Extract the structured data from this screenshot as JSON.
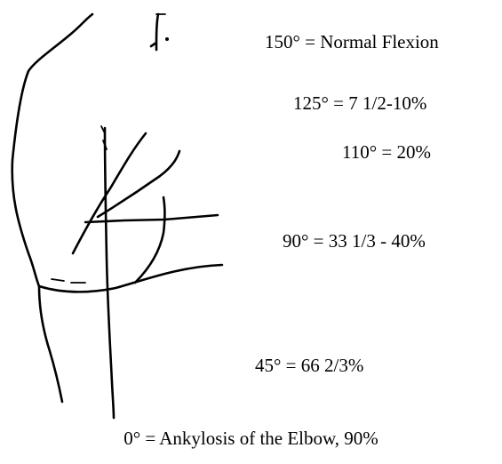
{
  "colors": {
    "background": "#ffffff",
    "ink": "#000000"
  },
  "labels": {
    "flexion_150": "150° = Normal Flexion",
    "flexion_125": "125° = 7 1/2-10%",
    "flexion_110": "110° = 20%",
    "flexion_90": "90° = 33 1/3 - 40%",
    "flexion_45": "45° = 66 2/3%",
    "flexion_0": "0° = Ankylosis of the Elbow, 90%"
  }
}
